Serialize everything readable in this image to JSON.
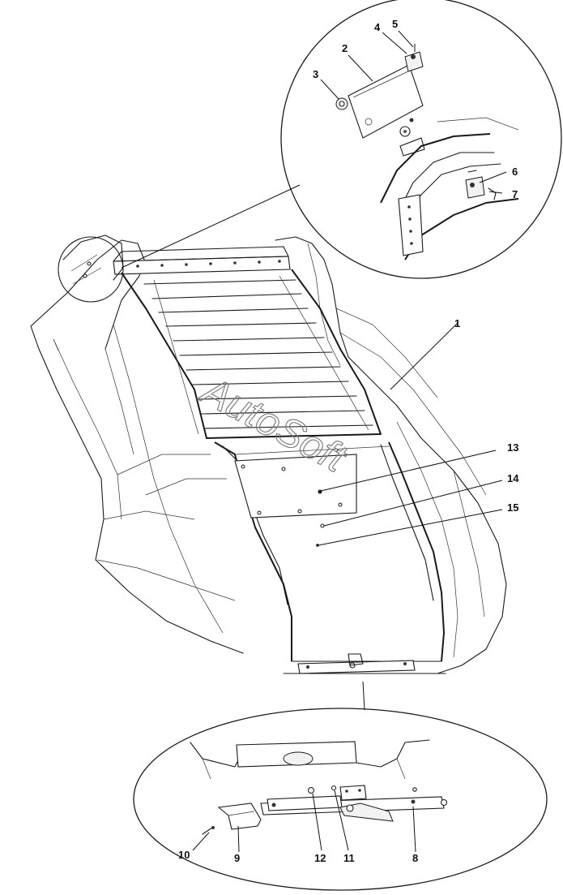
{
  "diagram": {
    "watermark": "AutoSoft",
    "callouts": [
      {
        "id": "1",
        "label": "1"
      },
      {
        "id": "2",
        "label": "2"
      },
      {
        "id": "3",
        "label": "3"
      },
      {
        "id": "4",
        "label": "4"
      },
      {
        "id": "5",
        "label": "5"
      },
      {
        "id": "6",
        "label": "6"
      },
      {
        "id": "7",
        "label": "7"
      },
      {
        "id": "8",
        "label": "8"
      },
      {
        "id": "9",
        "label": "9"
      },
      {
        "id": "10",
        "label": "10"
      },
      {
        "id": "11",
        "label": "11"
      },
      {
        "id": "12",
        "label": "12"
      },
      {
        "id": "13",
        "label": "13"
      },
      {
        "id": "14",
        "label": "14"
      },
      {
        "id": "15",
        "label": "15"
      }
    ]
  }
}
